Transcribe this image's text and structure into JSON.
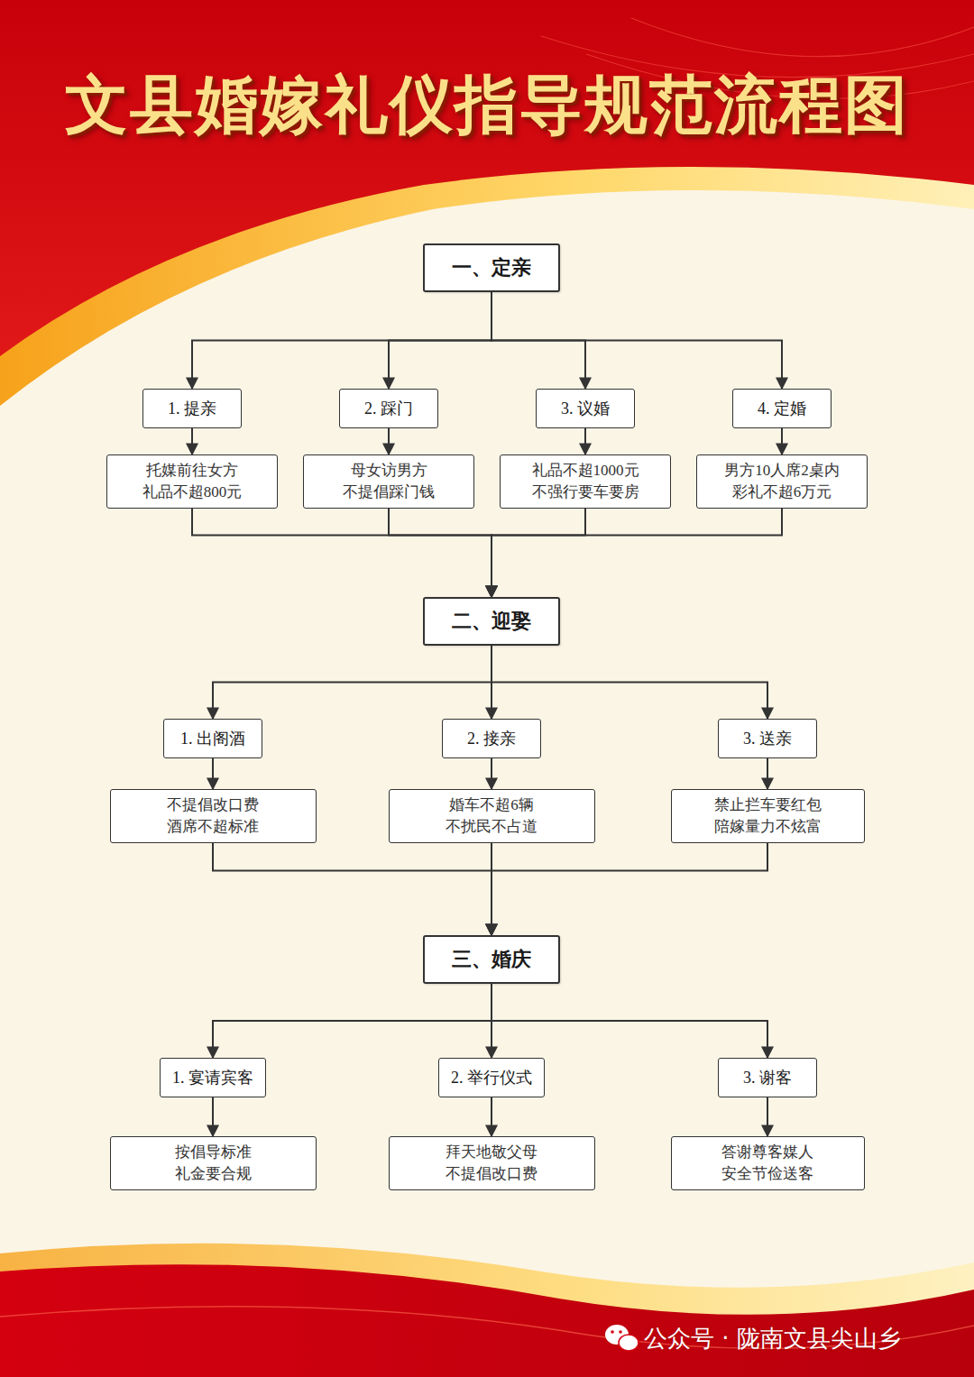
{
  "diagram": {
    "title": "文县婚嫁礼仪指导规范流程图",
    "nodes": [
      {
        "text": [
          "一、定亲"
        ]
      },
      {
        "text": [
          "1. 提亲"
        ]
      },
      {
        "text": [
          "2. 踩门"
        ]
      },
      {
        "text": [
          "3. 议婚"
        ]
      },
      {
        "text": [
          "4. 定婚"
        ]
      },
      {
        "text": [
          "托媒前往女方 礼品不超800元"
        ]
      },
      {
        "text": [
          "母女访男方 不提倡踩门钱"
        ]
      },
      {
        "text": [
          "礼品不超1000元 不强行要车要房"
        ]
      },
      {
        "text": [
          "男方10人席2桌内 彩礼不超6万元"
        ]
      },
      {
        "text": [
          "二、迎娶"
        ]
      },
      {
        "text": [
          "1. 出阁酒"
        ]
      },
      {
        "text": [
          "2. 接亲"
        ]
      },
      {
        "text": [
          "3. 送亲"
        ]
      },
      {
        "text": [
          "不提倡改口费 酒席不超标准"
        ]
      },
      {
        "text": [
          "婚车不超6辆 不扰民不占道"
        ]
      },
      {
        "text": [
          "禁止拦车要红包 陪嫁量力不炫富"
        ]
      },
      {
        "text": [
          "三、婚庆"
        ]
      },
      {
        "text": [
          "1. 宴请宾客"
        ]
      },
      {
        "text": [
          "2. 举行仪式"
        ]
      },
      {
        "text": [
          "3. 谢客"
        ]
      },
      {
        "text": [
          "按倡导标准 礼金要合规"
        ]
      },
      {
        "text": [
          "拜天地敬父母 不提倡改口费"
        ]
      },
      {
        "text": [
          "答谢尊客媒人 安全节俭送客"
        ]
      }
    ],
    "edges": [
      {
        "from": 0,
        "to": 1,
        "arrow": "to"
      },
      {
        "from": 0,
        "to": 2,
        "arrow": "to"
      },
      {
        "from": 0,
        "to": 3,
        "arrow": "to"
      },
      {
        "from": 0,
        "to": 4,
        "arrow": "to"
      },
      {
        "from": 1,
        "to": 5,
        "arrow": "to"
      },
      {
        "from": 2,
        "to": 6,
        "arrow": "to"
      },
      {
        "from": 3,
        "to": 7,
        "arrow": "to"
      },
      {
        "from": 4,
        "to": 8,
        "arrow": "to"
      },
      {
        "from": 5,
        "to": 9,
        "arrow": "to"
      },
      {
        "from": 6,
        "to": 9,
        "arrow": "to"
      },
      {
        "from": 7,
        "to": 9,
        "arrow": "to"
      },
      {
        "from": 8,
        "to": 9,
        "arrow": "to"
      },
      {
        "from": 9,
        "to": 10,
        "arrow": "to"
      },
      {
        "from": 9,
        "to": 11,
        "arrow": "to"
      },
      {
        "from": 9,
        "to": 12,
        "arrow": "to"
      },
      {
        "from": 10,
        "to": 13,
        "arrow": "to"
      },
      {
        "from": 11,
        "to": 14,
        "arrow": "to"
      },
      {
        "from": 12,
        "to": 15,
        "arrow": "to"
      },
      {
        "from": 13,
        "to": 16,
        "arrow": "to"
      },
      {
        "from": 14,
        "to": 16,
        "arrow": "to"
      },
      {
        "from": 15,
        "to": 16,
        "arrow": "to"
      },
      {
        "from": 16,
        "to": 17,
        "arrow": "to"
      },
      {
        "from": 16,
        "to": 18,
        "arrow": "to"
      },
      {
        "from": 16,
        "to": 19,
        "arrow": "to"
      },
      {
        "from": 17,
        "to": 20,
        "arrow": "to"
      },
      {
        "from": 18,
        "to": 21,
        "arrow": "to"
      },
      {
        "from": 19,
        "to": 22,
        "arrow": "to"
      }
    ],
    "labels": [
      "公众号 · 陇南文县尖山乡"
    ]
  }
}
